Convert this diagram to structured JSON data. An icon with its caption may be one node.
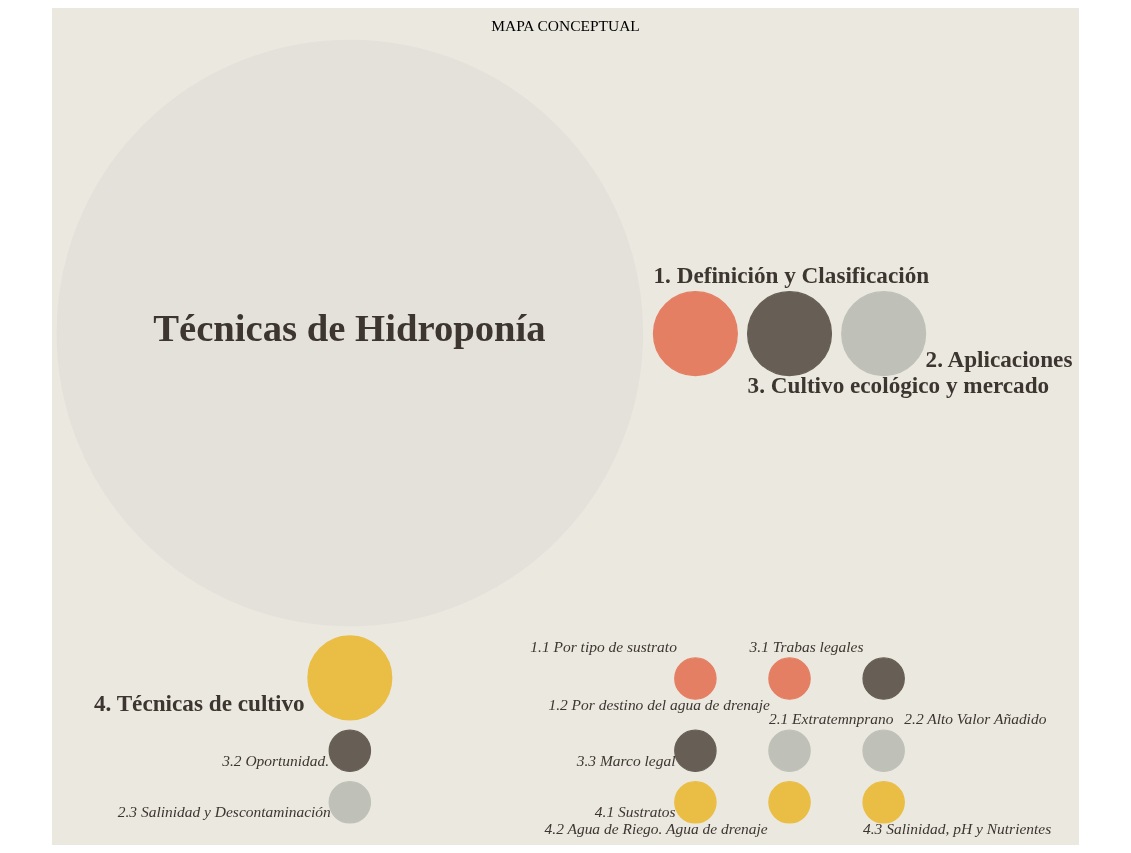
{
  "diagram": {
    "title": "MAPA CONCEPTUAL",
    "nodes": [
      {
        "text": [],
        "shape": "circle",
        "beside": [
          "1.1 Por tipo de sustrato"
        ]
      },
      {
        "text": [],
        "shape": "circle",
        "beside": [
          "1.2 Por destino del agua de drenaje"
        ]
      },
      {
        "text": [],
        "shape": "circle",
        "beside": [
          "1. Definición y Clasificación"
        ]
      },
      {
        "text": [],
        "shape": "circle",
        "beside": [
          "3. Cultivo ecológico y mercado"
        ]
      },
      {
        "text": [],
        "shape": "circle",
        "beside": [
          "3.1 Trabas legales"
        ]
      },
      {
        "text": [],
        "shape": "circle",
        "beside": [
          "3.2 Oportunidad."
        ]
      },
      {
        "text": [],
        "shape": "circle",
        "beside": [
          "3.3 Marco legal"
        ]
      },
      {
        "text": [
          "Técnicas de Hidroponía"
        ]
      },
      {
        "text": [],
        "shape": "circle",
        "beside": [
          "2.1 Extratemnprano"
        ]
      },
      {
        "text": [],
        "shape": "circle",
        "beside": [
          "2.2 Alto Valor Añadido"
        ]
      },
      {
        "text": [],
        "shape": "circle",
        "beside": [
          "2. Aplicaciones"
        ]
      },
      {
        "text": [],
        "shape": "circle",
        "beside": [
          "2.3 Salinidad y Descontaminación"
        ]
      },
      {
        "text": [],
        "shape": "circle",
        "beside": [
          "4. Técnicas de cultivo"
        ]
      },
      {
        "text": [],
        "shape": "circle",
        "beside": [
          "4.1 Sustratos"
        ]
      },
      {
        "text": [],
        "shape": "circle",
        "beside": [
          "4.2 Agua de Riego. Agua de drenaje"
        ]
      },
      {
        "text": [],
        "shape": "circle",
        "beside": [
          "4.3 Salinidad, pH y Nutrientes"
        ]
      }
    ],
    "edges": []
  }
}
